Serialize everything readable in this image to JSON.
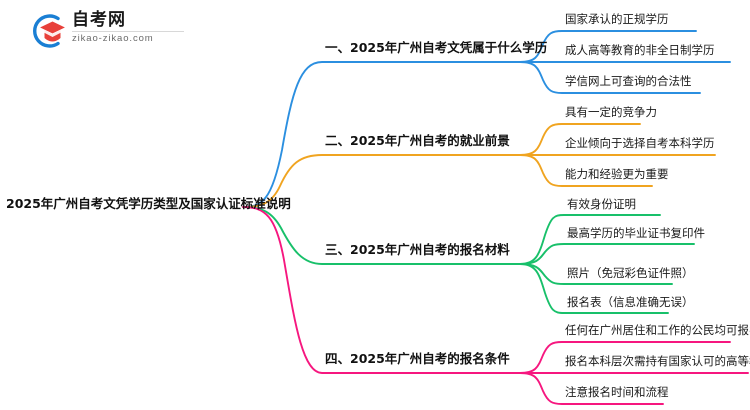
{
  "logo": {
    "name_cn": "自考网",
    "name_en": "zikao-zikao.com",
    "mark_icon": "graduation-cap-icon",
    "arc_color": "#1a7fd4",
    "cap_color": "#e8403a"
  },
  "mindmap": {
    "root": {
      "label": "2025年广州自考文凭学历类型及国家认证标准说明"
    },
    "branches": [
      {
        "label": "一、2025年广州自考文凭属于什么学历",
        "color": "#2b8fe0",
        "children": [
          {
            "label": "国家承认的正规学历"
          },
          {
            "label": "成人高等教育的非全日制学历"
          },
          {
            "label": "学信网上可查询的合法性"
          }
        ]
      },
      {
        "label": "二、2025年广州自考的就业前景",
        "color": "#f0a420",
        "children": [
          {
            "label": "具有一定的竞争力"
          },
          {
            "label": "企业倾向于选择自考本科学历"
          },
          {
            "label": "能力和经验更为重要"
          }
        ]
      },
      {
        "label": "三、2025年广州自考的报名材料",
        "color": "#18c06a",
        "children": [
          {
            "label": "有效身份证明"
          },
          {
            "label": "最高学历的毕业证书复印件"
          },
          {
            "label": "照片（免冠彩色证件照）"
          },
          {
            "label": "报名表（信息准确无误）"
          }
        ]
      },
      {
        "label": "四、2025年广州自考的报名条件",
        "color": "#f6177f",
        "children": [
          {
            "label": "任何在广州居住和工作的公民均可报名"
          },
          {
            "label": "报名本科层次需持有国家认可的高等教育学历"
          },
          {
            "label": "注意报名时间和流程"
          }
        ]
      }
    ]
  }
}
